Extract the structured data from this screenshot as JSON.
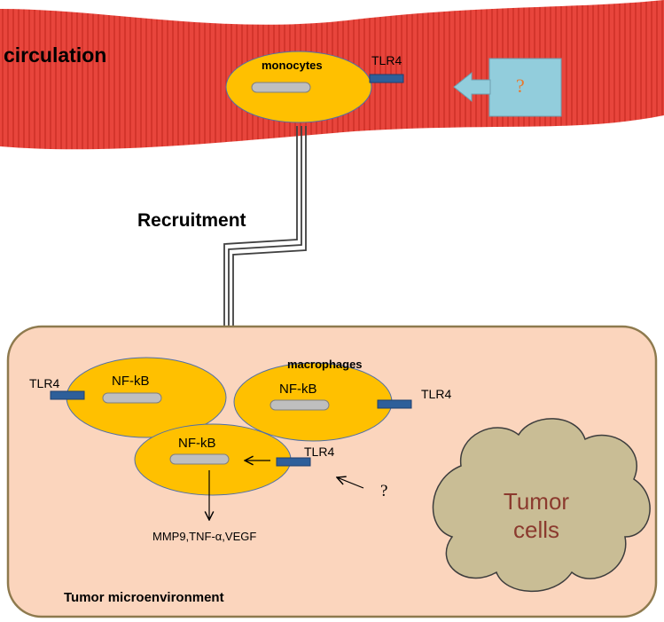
{
  "circulation": {
    "label": "circulation"
  },
  "monocyte": {
    "label": "monocytes",
    "receptor": "TLR4"
  },
  "external_stimulus": {
    "label": "?"
  },
  "recruitment": {
    "label": "Recruitment"
  },
  "tumor_microenvironment": {
    "label": "Tumor microenvironment"
  },
  "macrophages": {
    "label": "macrophages",
    "cells": [
      {
        "factor": "NF-kB",
        "receptor": "TLR4"
      },
      {
        "factor": "NF-kB",
        "receptor": "TLR4"
      },
      {
        "factor": "NF-kB",
        "receptor": "TLR4"
      }
    ],
    "outputs": "MMP9,TNF-α,VEGF",
    "unknown_signal": "?"
  },
  "tumor_cells": {
    "label": "Tumor\ncells"
  },
  "colors": {
    "vessel": "#e8453c",
    "vessel_stripe": "#c72a22",
    "cell": "#ffc000",
    "cell_border": "#4f6fa8",
    "receptor": "#2e5f9a",
    "nucleus": "#bfbfbf",
    "microenvironment": "#fbd5bd",
    "microenvironment_border": "#8e7a4e",
    "tumor": "#c9bd95",
    "tumor_text": "#8b3a2e",
    "question_box": "#92cddc",
    "question_text": "#e8792e"
  }
}
